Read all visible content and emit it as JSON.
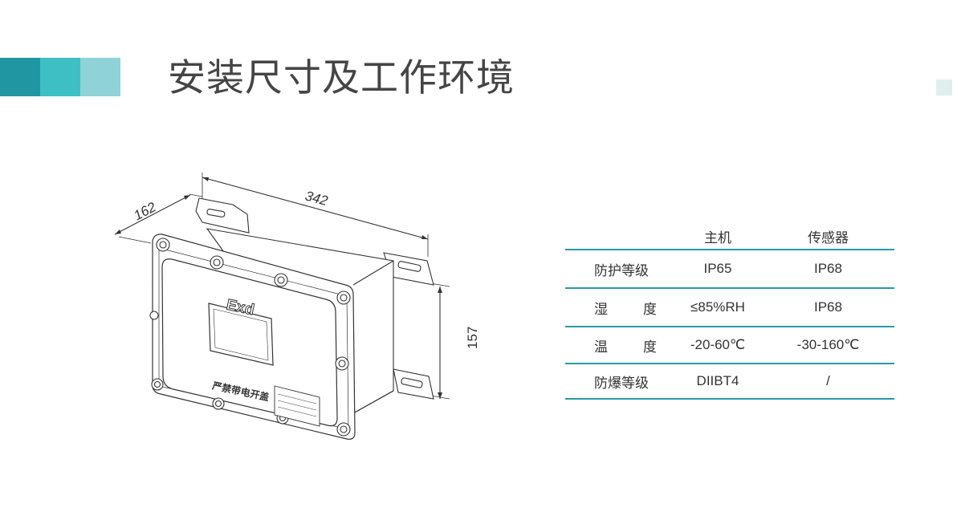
{
  "header": {
    "title": "安装尺寸及工作环境",
    "accent_colors": [
      "#2196a3",
      "#3dbfc4",
      "#8fd2d8"
    ]
  },
  "drawing": {
    "dims": {
      "depth": "162",
      "width": "342",
      "height": "157"
    },
    "exd_label": "Exd",
    "product_name": "严禁带电开盖"
  },
  "specs": {
    "headers": {
      "host": "主机",
      "sensor": "传感器"
    },
    "rows": [
      {
        "label": "防护等级",
        "host": "IP65",
        "sensor": "IP68"
      },
      {
        "label_a": "湿",
        "label_b": "度",
        "host": "≤85%RH",
        "sensor": "IP68"
      },
      {
        "label_a": "温",
        "label_b": "度",
        "host": "-20-60℃",
        "sensor": "-30-160℃"
      },
      {
        "label": "防爆等级",
        "host": "DIIBT4",
        "sensor": "/"
      }
    ],
    "line_color": "#2a9aa3"
  }
}
